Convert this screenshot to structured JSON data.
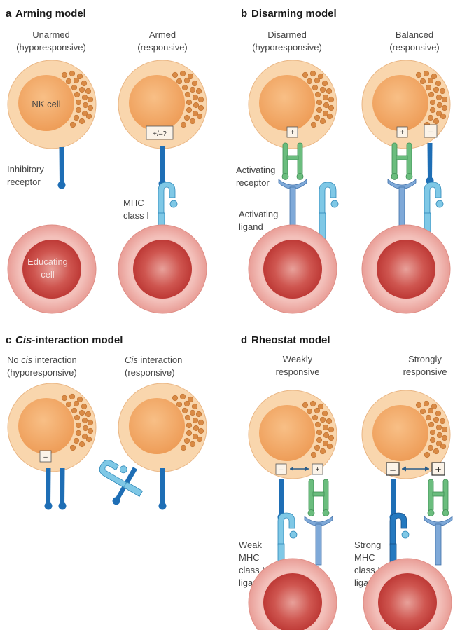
{
  "colors": {
    "nk_cell_outer": "#f9d4a8",
    "nk_cell_nucleus": "#f2a765",
    "granule": "#d78a48",
    "educating_cell_outer": "#f2b3ad",
    "educating_cell_nucleus": "#c7403d",
    "inhibitory_receptor": "#1e6eb5",
    "mhc_class_i": "#7fc8e6",
    "activating_receptor": "#6bbd7e",
    "activating_ligand": "#7fa9d8"
  },
  "panel_a": {
    "letter": "a",
    "title": "Arming model",
    "col1_header_l1": "Unarmed",
    "col1_header_l2": "(hyporesponsive)",
    "col2_header_l1": "Armed",
    "col2_header_l2": "(responsive)",
    "nk_label": "NK cell",
    "signal_box": "+/–?",
    "inhibitory_l1": "Inhibitory",
    "inhibitory_l2": "receptor",
    "mhc_l1": "MHC",
    "mhc_l2": "class I",
    "educating_l1": "Educating",
    "educating_l2": "cell"
  },
  "panel_b": {
    "letter": "b",
    "title": "Disarming model",
    "col1_header_l1": "Disarmed",
    "col1_header_l2": "(hyporesponsive)",
    "col2_header_l1": "Balanced",
    "col2_header_l2": "(responsive)",
    "plus": "+",
    "minus": "–",
    "act_receptor_l1": "Activating",
    "act_receptor_l2": "receptor",
    "act_ligand_l1": "Activating",
    "act_ligand_l2": "ligand"
  },
  "panel_c": {
    "letter": "c",
    "title_italic": "Cis",
    "title_rest": "-interaction model",
    "col1_l1_a": "No ",
    "col1_l1_b": "cis",
    "col1_l1_c": " interaction",
    "col1_l2": "(hyporesponsive)",
    "col2_l1_a": "Cis",
    "col2_l1_b": " interaction",
    "col2_l2": "(responsive)",
    "minus": "–"
  },
  "panel_d": {
    "letter": "d",
    "title": "Rheostat model",
    "col1_header_l1": "Weakly",
    "col1_header_l2": "responsive",
    "col2_header_l1": "Strongly",
    "col2_header_l2": "responsive",
    "plus": "+",
    "minus": "–",
    "weak_l1": "Weak",
    "weak_l2": "MHC",
    "weak_l3": "class I",
    "weak_l4": "ligand",
    "strong_l1": "Strong",
    "strong_l2": "MHC",
    "strong_l3": "class I",
    "strong_l4": "ligand"
  }
}
